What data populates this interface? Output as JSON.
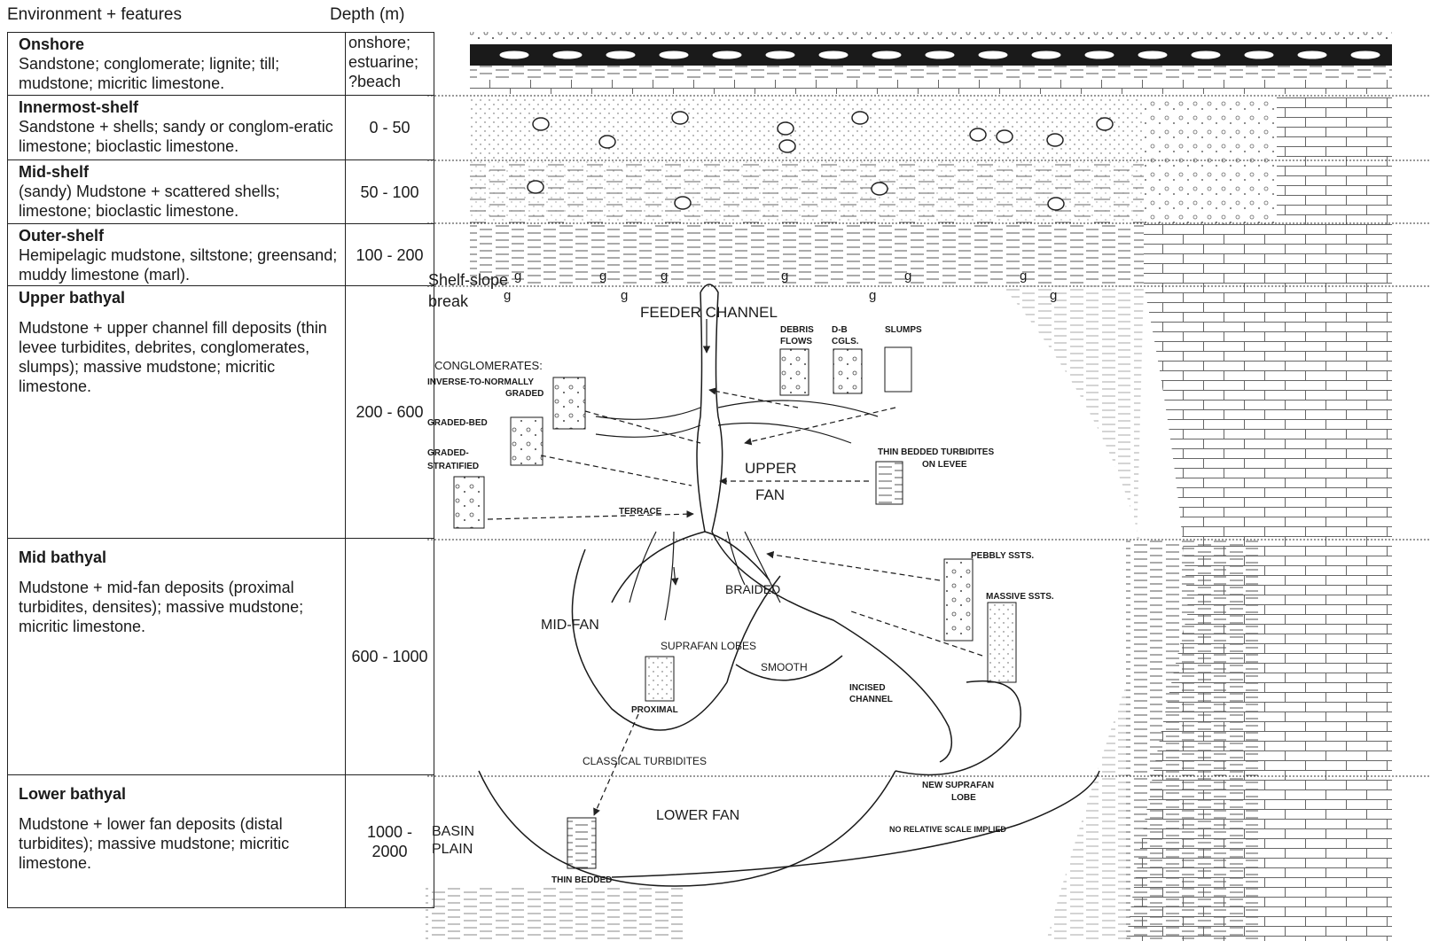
{
  "headers": {
    "environment": "Environment + features",
    "depth": "Depth (m)"
  },
  "rows": [
    {
      "name": "Onshore",
      "text": "Sandstone; conglomerate; lignite; till; mudstone; micritic limestone.",
      "depth": "onshore; estuarine; ?beach"
    },
    {
      "name": "Innermost-shelf",
      "text": "Sandstone + shells; sandy or conglom-eratic limestone; bioclastic limestone.",
      "depth": "0 - 50"
    },
    {
      "name": "Mid-shelf",
      "text": "(sandy) Mudstone + scattered shells; limestone; bioclastic limestone.",
      "depth": "50 - 100"
    },
    {
      "name": "Outer-shelf",
      "text": "Hemipelagic mudstone, siltstone; greensand; muddy limestone (marl).",
      "depth": "100 - 200"
    },
    {
      "name": "Upper bathyal",
      "text": "Mudstone + upper channel fill deposits (thin levee turbidites, debrites, conglomerates, slumps); massive mudstone; micritic limestone.",
      "depth": "200 - 600"
    },
    {
      "name": "Mid bathyal",
      "text": "Mudstone + mid-fan deposits (proximal turbidites, densites); massive mudstone; micritic limestone.",
      "depth": "600 - 1000"
    },
    {
      "name": "Lower bathyal",
      "text": "Mudstone + lower fan deposits (distal turbidites); massive mudstone; micritic limestone.",
      "depth": "1000 - 2000"
    }
  ],
  "labels": {
    "shelf_slope": "Shelf-slope",
    "break": "break",
    "feeder": "FEEDER CHANNEL",
    "debris": "DEBRIS",
    "flows": "FLOWS",
    "db": "D-B",
    "cgls": "CGLS.",
    "slumps": "SLUMPS",
    "conglomerates": "CONGLOMERATES:",
    "inverse": "INVERSE-TO-NORMALLY",
    "graded": "GRADED",
    "graded_bed": "GRADED-BED",
    "graded_dash": "GRADED-",
    "stratified": "STRATIFIED",
    "upper": "UPPER",
    "fan": "FAN",
    "thin_levee1": "THIN BEDDED TURBIDITES",
    "thin_levee2": "ON LEVEE",
    "terrace": "TERRACE",
    "pebbly": "PEBBLY SSTS.",
    "massive": "MASSIVE SSTS.",
    "braided": "BRAIDED",
    "midfan": "MID-FAN",
    "suprafan": "SUPRAFAN LOBES",
    "smooth": "SMOOTH",
    "proximal": "PROXIMAL",
    "incised1": "INCISED",
    "incised2": "CHANNEL",
    "classical": "CLASSICAL TURBIDITES",
    "new_suprafan1": "NEW SUPRAFAN",
    "new_suprafan2": "LOBE",
    "lower_fan": "LOWER FAN",
    "no_scale": "NO RELATIVE SCALE IMPLIED",
    "basin": "BASIN",
    "plain": "PLAIN",
    "thin_bedded": "THIN BEDDED",
    "glauconite": "g"
  }
}
